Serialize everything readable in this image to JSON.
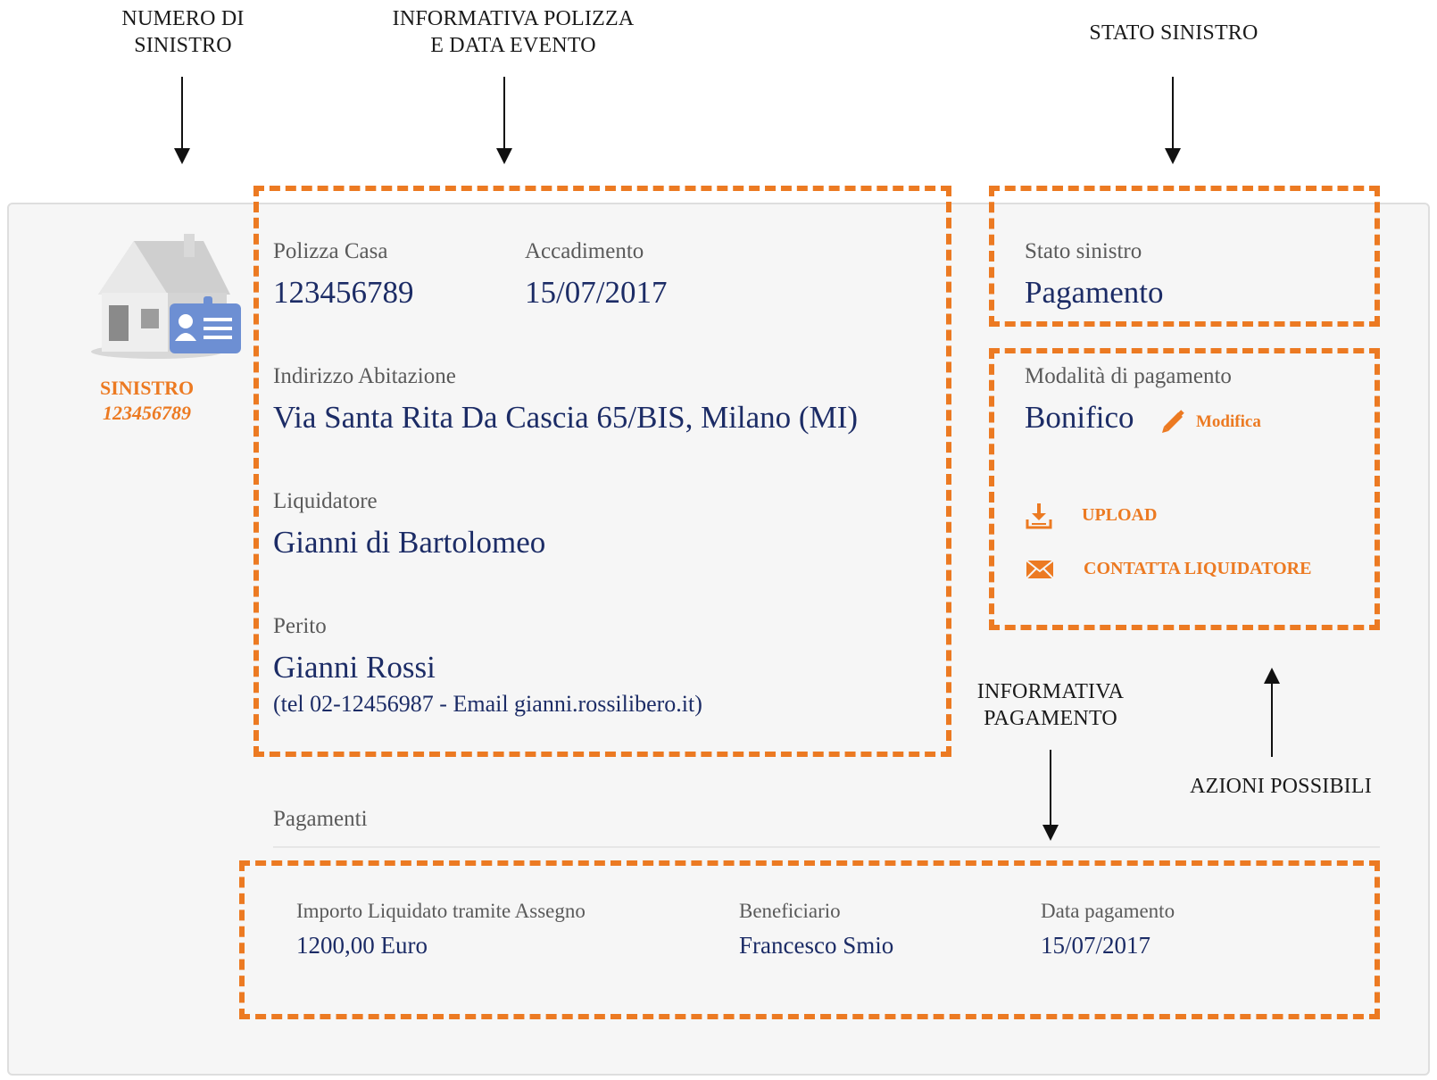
{
  "callouts": {
    "numero": [
      "NUMERO DI",
      "SINISTRO"
    ],
    "informativa_polizza": [
      "INFORMATIVA POLIZZA",
      "E DATA EVENTO"
    ],
    "stato": [
      "STATO SINISTRO"
    ],
    "informativa_pagamento": [
      "INFORMATIVA",
      "PAGAMENTO"
    ],
    "azioni": [
      "AZIONI POSSIBILI"
    ]
  },
  "claim": {
    "title": "SINISTRO",
    "number": "123456789"
  },
  "policy": {
    "polizza_label": "Polizza Casa",
    "polizza_value": "123456789",
    "accadimento_label": "Accadimento",
    "accadimento_value": "15/07/2017",
    "indirizzo_label": "Indirizzo Abitazione",
    "indirizzo_value": "Via Santa Rita Da Cascia 65/BIS, Milano (MI)",
    "liquidatore_label": "Liquidatore",
    "liquidatore_value": "Gianni di Bartolomeo",
    "perito_label": "Perito",
    "perito_value": "Gianni Rossi",
    "perito_contact": "(tel 02-12456987 - Email gianni.rossilibero.it)"
  },
  "status": {
    "label": "Stato sinistro",
    "value": "Pagamento"
  },
  "payment_method": {
    "label": "Modalità di pagamento",
    "value": "Bonifico",
    "edit_label": "Modifica",
    "upload_label": "UPLOAD",
    "contact_label": "CONTATTA LIQUIDATORE"
  },
  "payments": {
    "section_title": "Pagamenti",
    "importo_label": "Importo Liquidato tramite Assegno",
    "importo_value": "1200,00 Euro",
    "beneficiario_label": "Beneficiario",
    "beneficiario_value": "Francesco Smio",
    "data_label": "Data pagamento",
    "data_value": "15/07/2017"
  },
  "colors": {
    "accent": "#ec7a22",
    "value_text": "#1c2c66",
    "label_text": "#5a5a5a",
    "card_bg": "#f6f6f6"
  },
  "icons": {
    "claim_icon": "house-id-card-icon",
    "edit_icon": "pencil-icon",
    "upload_icon": "download-tray-icon",
    "contact_icon": "envelope-icon"
  }
}
